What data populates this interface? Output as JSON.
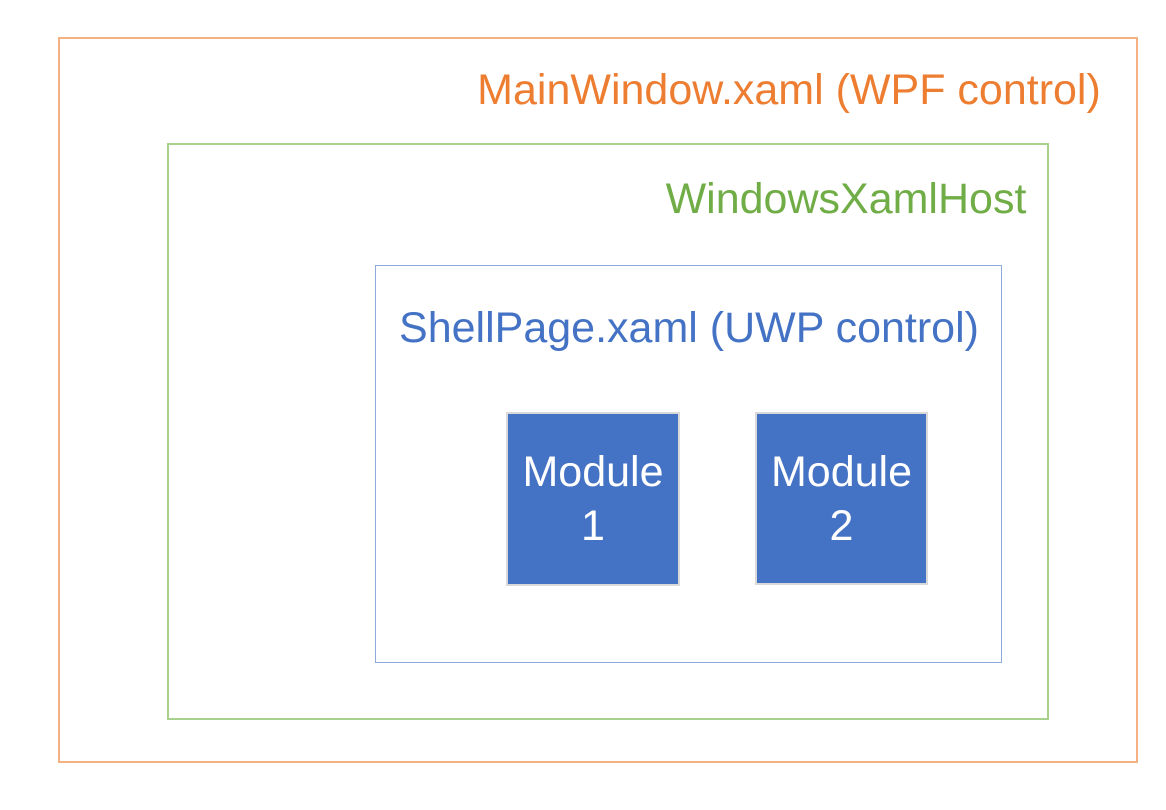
{
  "boxes": {
    "mainwindow": {
      "label": "MainWindow.xaml (WPF control)"
    },
    "windowsxamlhost": {
      "label": "WindowsXamlHost"
    },
    "shellpage": {
      "label": "ShellPage.xaml (UWP control)"
    }
  },
  "modules": [
    {
      "line1": "Module",
      "line2": "1"
    },
    {
      "line1": "Module",
      "line2": "2"
    }
  ],
  "colors": {
    "mainwindow_text": "#ED7D31",
    "mainwindow_border": "#F4B183",
    "windowsxamlhost_text": "#70AD47",
    "windowsxamlhost_border": "#A9D18E",
    "shellpage_text": "#4472C4",
    "shellpage_border": "#8EAADB",
    "module_fill": "#4472C4",
    "module_border": "#D9D9D9",
    "module_text": "#FFFFFF",
    "background": "#FFFFFF"
  }
}
